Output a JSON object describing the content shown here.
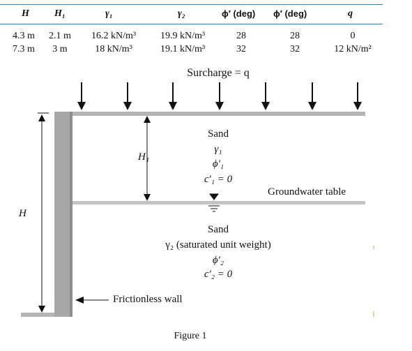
{
  "table": {
    "headers": [
      "H",
      "H₁",
      "γ₁",
      "γ₂",
      "ϕ′ (deg)",
      "ϕ′ (deg)",
      "q"
    ],
    "rows": [
      [
        "4.3 m",
        "2.1 m",
        "16.2 kN/m³",
        "19.9 kN/m³",
        "28",
        "28",
        "0"
      ],
      [
        "7.3 m",
        "3 m",
        "18 kN/m³",
        "19.1 kN/m³",
        "32",
        "32",
        "12 kN/m²"
      ]
    ]
  },
  "figure": {
    "surcharge": "Surcharge = q",
    "upper_layer": {
      "material": "Sand",
      "unit_weight": "γ₁",
      "friction_angle": "ϕ′₁",
      "cohesion": "c′₁ = 0"
    },
    "lower_layer": {
      "material": "Sand",
      "unit_weight": "γ₂ (saturated unit weight)",
      "friction_angle": "ϕ′₂",
      "cohesion": "c′₂ = 0"
    },
    "groundwater_label": "Groundwater table",
    "dimension_h1": "H₁",
    "dimension_h": "H",
    "wall_label": "Frictionless wall",
    "caption": "Figure 1"
  },
  "colors": {
    "table_rule": "#2b86c5",
    "wall": "#a8a8a8",
    "ground": "#b5b5b5"
  }
}
